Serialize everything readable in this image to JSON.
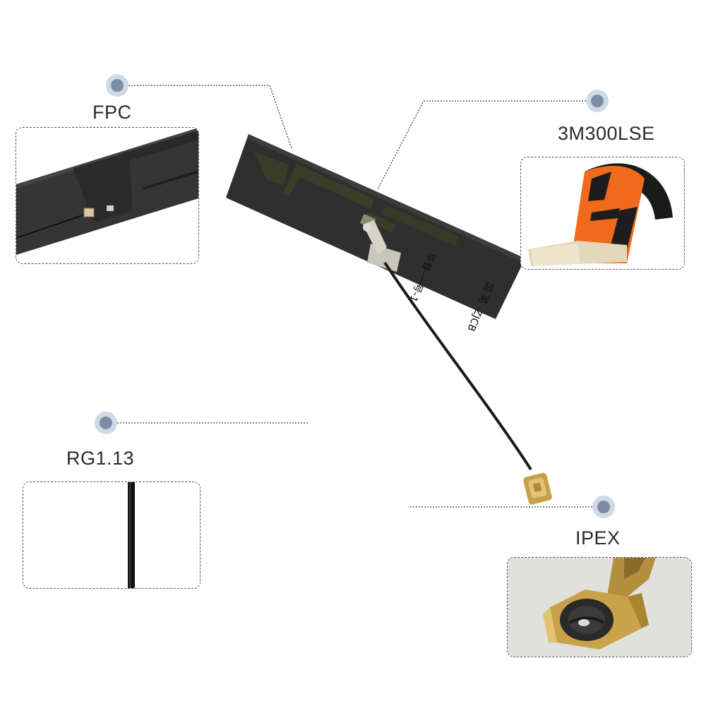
{
  "callouts": {
    "fpc": {
      "label": "FPC"
    },
    "tape": {
      "label": "3M300LSE"
    },
    "cable": {
      "label": "RG1.13"
    },
    "connector": {
      "label": "IPEX"
    }
  },
  "antenna": {
    "silkscreen": [
      "国 英 ·ZJCB",
      "华普-一号-1"
    ]
  },
  "colors": {
    "dot": "#8a97b0",
    "dot_ring": "#c9d2e2",
    "leader_line": "#333333",
    "fpc_body": "#2d2d2d",
    "trace": "#3a3b2a",
    "tape_orange": "#ef6a1a",
    "gold": "#c9a245"
  }
}
